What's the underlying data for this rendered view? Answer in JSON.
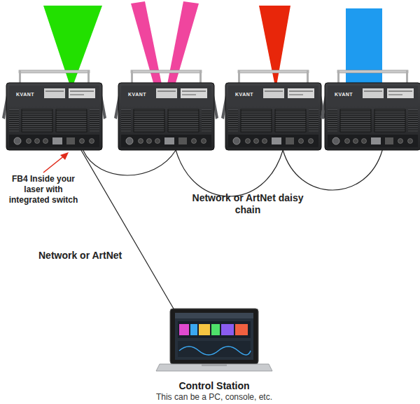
{
  "diagram": {
    "nodes": [
      {
        "text": [
          "KVANT"
        ]
      },
      {
        "text": [
          "KVANT"
        ]
      },
      {
        "text": [
          "KVANT"
        ]
      },
      {
        "text": [
          "KVANT"
        ]
      },
      {
        "text": [
          "Control Station",
          "This can be a PC, console, etc."
        ]
      }
    ],
    "edges": [
      {
        "from": 4,
        "to": 0,
        "arrow": "none",
        "label": "Network or ArtNet"
      },
      {
        "from": 0,
        "to": 1,
        "arrow": "none"
      },
      {
        "from": 1,
        "to": 2,
        "arrow": "none"
      },
      {
        "from": 2,
        "to": 3,
        "arrow": "none"
      }
    ],
    "labels": [
      "FB4 Inside your laser with integrated switch",
      "Network or ArtNet daisy chain"
    ]
  }
}
